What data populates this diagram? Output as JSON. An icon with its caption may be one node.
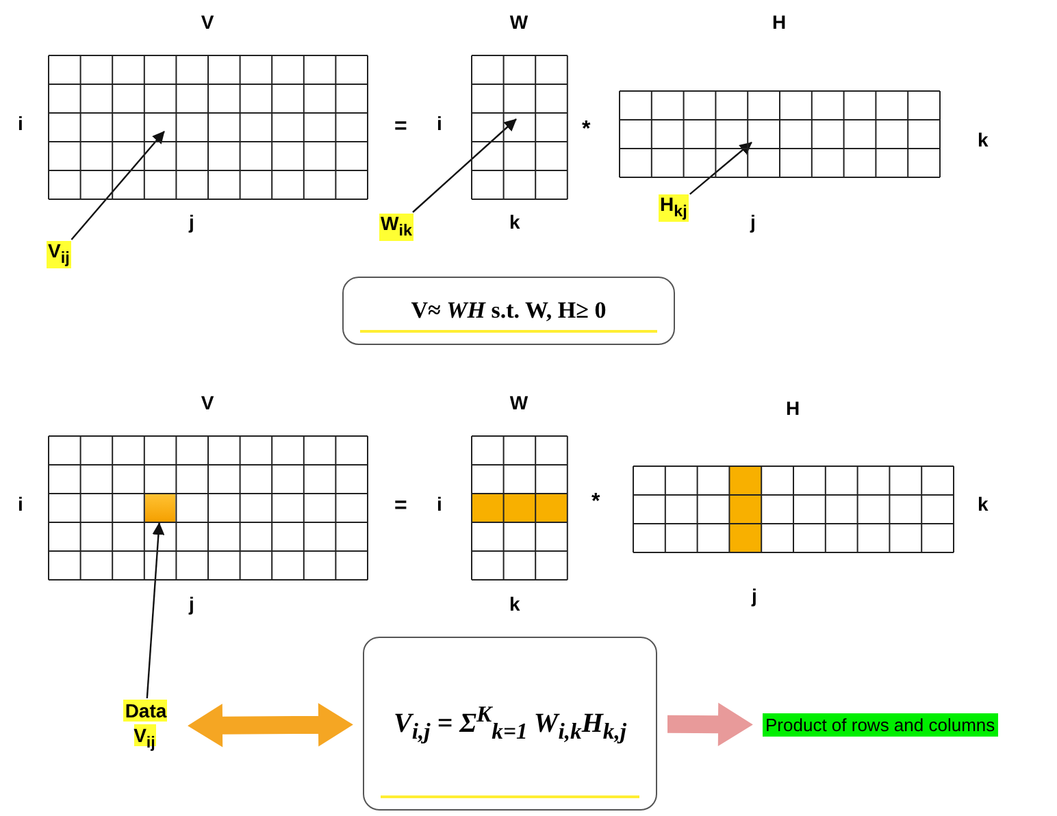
{
  "diagram": {
    "nodes": [
      {
        "text": [
          "V"
        ],
        "beside": [
          "i",
          "j"
        ]
      },
      {
        "text": [
          "W"
        ],
        "beside": [
          "i",
          "k"
        ]
      },
      {
        "text": [
          "H"
        ],
        "beside": [
          "k",
          "j"
        ]
      },
      {
        "text": [
          "V$_{ij}$"
        ]
      },
      {
        "text": [
          "W$_{ik}$"
        ]
      },
      {
        "text": [
          "H$_{kj}$"
        ]
      },
      {
        "text": [
          "V≈ *WH* s.t. W, H≥ 0"
        ]
      },
      {
        "text": [
          "V"
        ],
        "beside": [
          "i",
          "j"
        ]
      },
      {
        "text": [
          "W"
        ],
        "beside": [
          "i",
          "k"
        ]
      },
      {
        "text": [
          "H"
        ],
        "beside": [
          "k",
          "j"
        ]
      },
      {
        "text": [],
        "shape": "box",
        "in": 7
      },
      {
        "text": [
          "Data V$_{ij}$"
        ]
      },
      {
        "text": [
          "V$_{i,j}$ = Σ$^{K}$$_{k=1}$ W$_{i,k}$H$_{k,j}$"
        ]
      },
      {
        "text": [
          "Product of rows and columns"
        ]
      }
    ],
    "edges": [
      {
        "from": 3,
        "to": 0,
        "arrow": "to"
      },
      {
        "from": 4,
        "to": 1,
        "arrow": "to"
      },
      {
        "from": 5,
        "to": 2,
        "arrow": "to"
      },
      {
        "from": 11,
        "to": 10,
        "arrow": "to"
      },
      {
        "from": 11,
        "to": 12,
        "arrow": "both",
        "style": "thick",
        "color": "#f5a623"
      },
      {
        "from": 12,
        "to": 13,
        "arrow": "to",
        "style": "thick",
        "color": "#e89a9a"
      }
    ],
    "labels": [
      "=",
      "*",
      "=",
      "*"
    ]
  }
}
